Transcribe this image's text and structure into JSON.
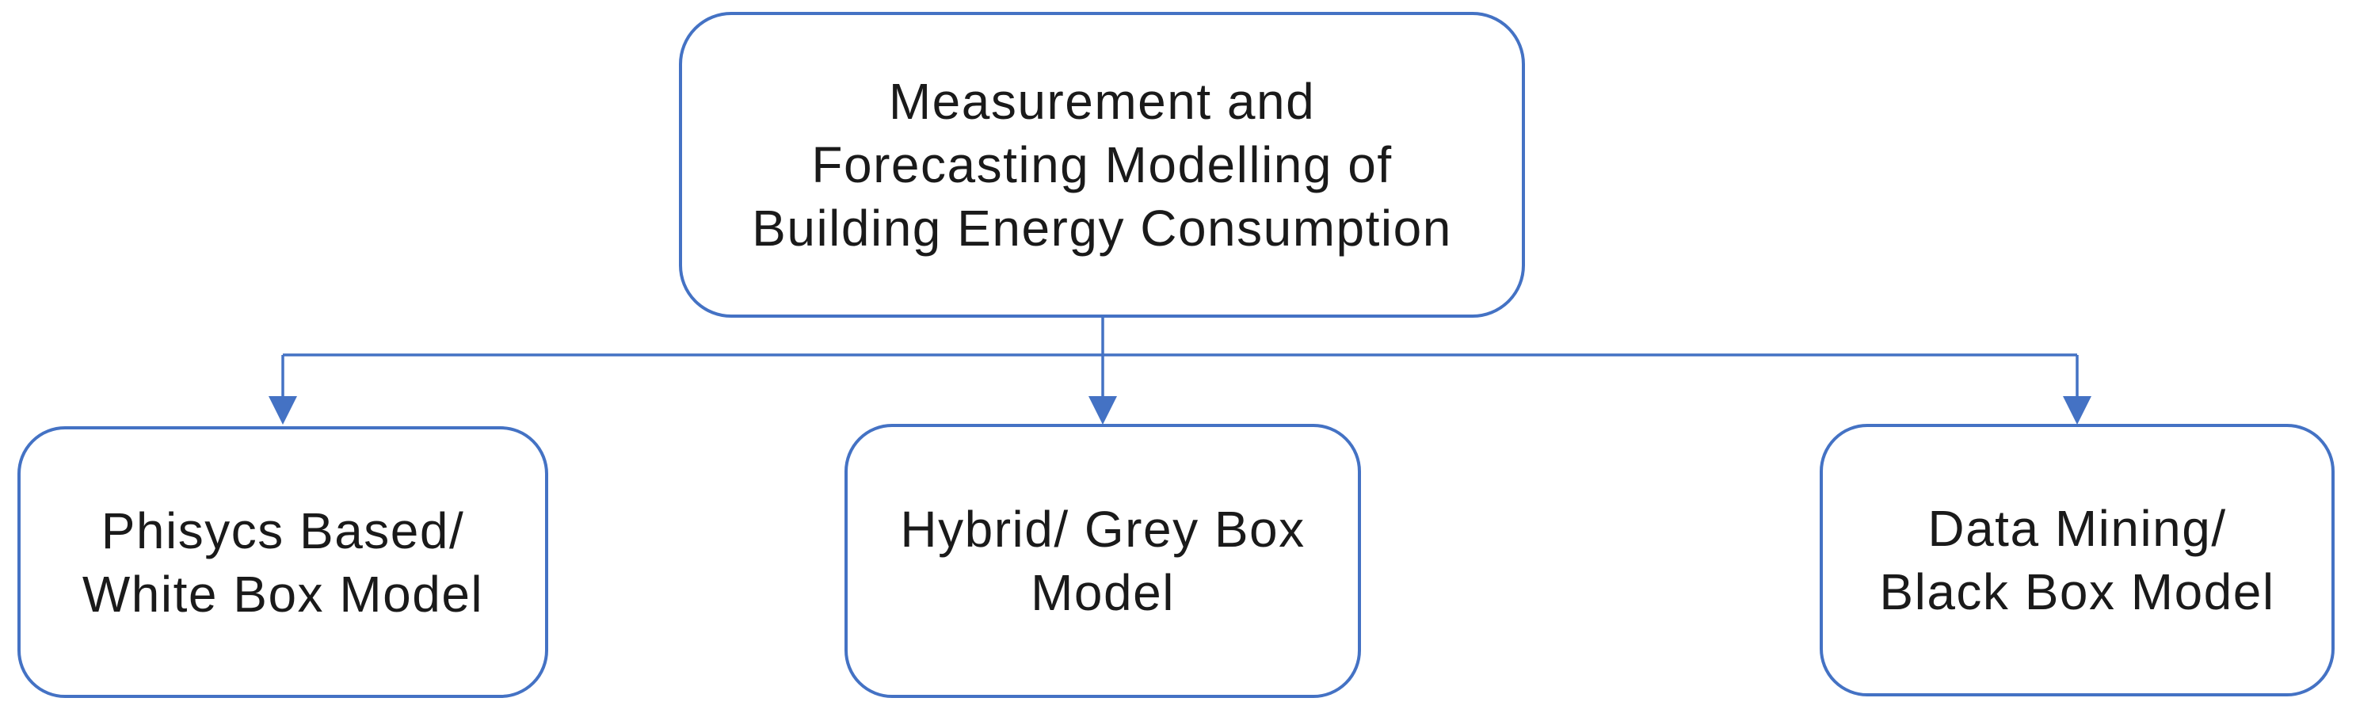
{
  "diagram": {
    "root_node": {
      "lines": [
        "Measurement and",
        "Forecasting Modelling of",
        "Building Energy Consumption"
      ]
    },
    "child_nodes": [
      {
        "id": "physics-white-box",
        "lines": [
          "Phisycs Based/",
          "White Box Model"
        ]
      },
      {
        "id": "hybrid-grey-box",
        "lines": [
          "Hybrid/ Grey Box",
          "Model"
        ]
      },
      {
        "id": "data-mining-black-box",
        "lines": [
          "Data Mining/",
          "Black Box Model"
        ]
      }
    ],
    "colors": {
      "node_border": "#4472C4",
      "connector": "#4472C4",
      "arrowhead": "#4472C4",
      "text": "#1a1a1a",
      "background": "#ffffff"
    }
  }
}
